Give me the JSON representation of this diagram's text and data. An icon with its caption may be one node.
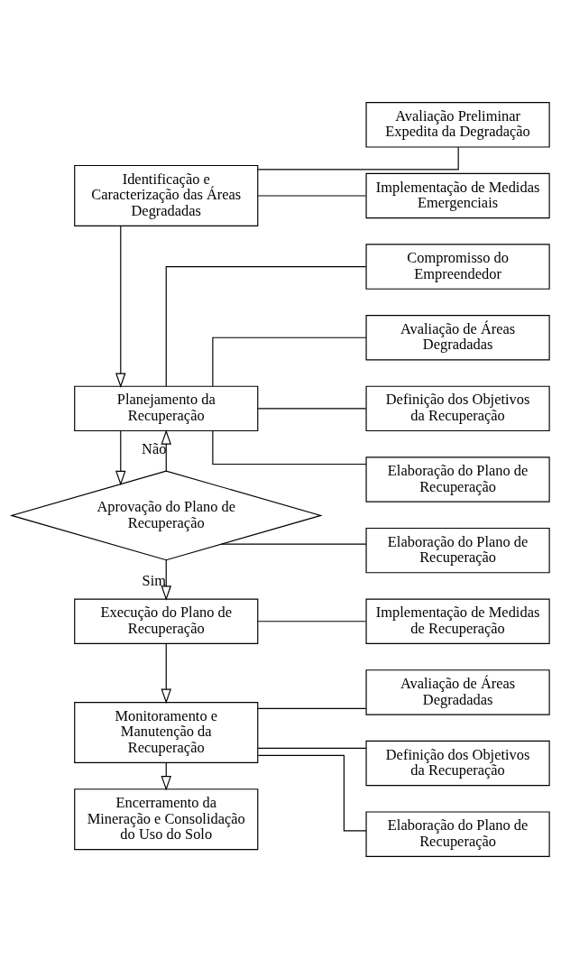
{
  "diagram": {
    "nodes": [
      {
        "text": [
          "Identificação e Caracterização das Áreas Degradadas"
        ]
      },
      {
        "text": [
          "Avaliação Preliminar Expedita da Degradação"
        ]
      },
      {
        "text": [
          "Implementação de Medidas Emergenciais"
        ]
      },
      {
        "text": [
          "Planejamento da Recuperação"
        ]
      },
      {
        "text": [
          "Compromisso do Empreendedor"
        ]
      },
      {
        "text": [
          "Avaliação de Áreas Degradadas"
        ]
      },
      {
        "text": [
          "Definição dos Objetivos da Recuperação"
        ]
      },
      {
        "text": [
          "Elaboração do Plano de Recuperação"
        ]
      },
      {
        "text": [
          "Aprovação do Plano de Recuperação"
        ]
      },
      {
        "text": [
          "Elaboração do Plano de Recuperação"
        ]
      },
      {
        "text": [
          "Execução do Plano de Recuperação"
        ]
      },
      {
        "text": [
          "Implementação de Medidas de Recuperação"
        ]
      },
      {
        "text": [
          "Monitoramento e Manutenção da Recuperação"
        ]
      },
      {
        "text": [
          "Avaliação de Áreas Degradadas"
        ]
      },
      {
        "text": [
          "Definição dos Objetivos da Recuperação"
        ]
      },
      {
        "text": [
          "Elaboração do Plano de Recuperação"
        ]
      },
      {
        "text": [
          "Encerramento da Mineração e Consolidação do Uso do Solo"
        ]
      }
    ],
    "edges": [
      {
        "from": 0,
        "to": 1,
        "arrow": "none"
      },
      {
        "from": 0,
        "to": 2,
        "arrow": "none"
      },
      {
        "from": 0,
        "to": 3,
        "arrow": "to"
      },
      {
        "from": 3,
        "to": 4,
        "arrow": "none"
      },
      {
        "from": 3,
        "to": 5,
        "arrow": "none"
      },
      {
        "from": 3,
        "to": 6,
        "arrow": "none"
      },
      {
        "from": 3,
        "to": 7,
        "arrow": "none"
      },
      {
        "from": 3,
        "to": 8,
        "arrow": "to"
      },
      {
        "from": 8,
        "to": 3,
        "arrow": "to",
        "label": "Não"
      },
      {
        "from": 8,
        "to": 9,
        "arrow": "none"
      },
      {
        "from": 8,
        "to": 10,
        "arrow": "to",
        "label": "Sim"
      },
      {
        "from": 10,
        "to": 11,
        "arrow": "none"
      },
      {
        "from": 10,
        "to": 12,
        "arrow": "to"
      },
      {
        "from": 12,
        "to": 13,
        "arrow": "none"
      },
      {
        "from": 12,
        "to": 14,
        "arrow": "none"
      },
      {
        "from": 12,
        "to": 15,
        "arrow": "none"
      },
      {
        "from": 12,
        "to": 16,
        "arrow": "to"
      }
    ]
  }
}
